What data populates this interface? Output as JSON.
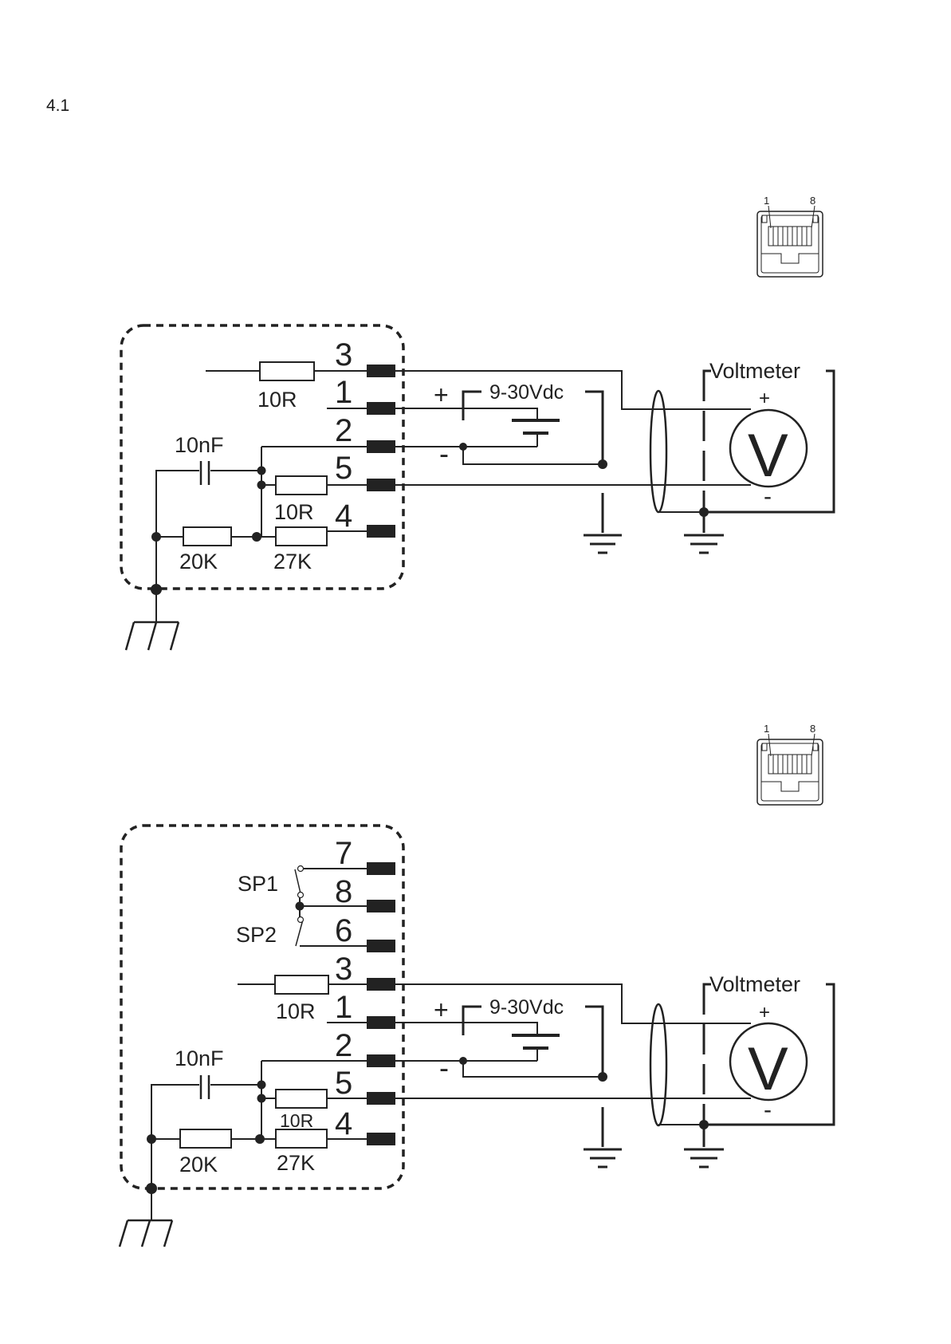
{
  "section_number": "4.1",
  "connector": {
    "pin_first": "1",
    "pin_last": "8"
  },
  "diagram1": {
    "pins": [
      "3",
      "1",
      "2",
      "5",
      "4"
    ],
    "resistor_top": "10R",
    "capacitor": "10nF",
    "resistor_mid": "10R",
    "resistor_left": "20K",
    "resistor_right": "27K",
    "supply": "9-30Vdc",
    "plus": "+",
    "minus": "-",
    "meter_title": "Voltmeter",
    "meter_symbol": "V",
    "meter_plus": "+",
    "meter_minus": "-"
  },
  "diagram2": {
    "pins": [
      "7",
      "8",
      "6",
      "3",
      "1",
      "2",
      "5",
      "4"
    ],
    "switch1": "SP1",
    "switch2": "SP2",
    "resistor_top": "10R",
    "capacitor": "10nF",
    "resistor_mid": "10R",
    "resistor_left": "20K",
    "resistor_right": "27K",
    "supply": "9-30Vdc",
    "plus": "+",
    "minus": "-",
    "meter_title": "Voltmeter",
    "meter_symbol": "V",
    "meter_plus": "+",
    "meter_minus": "-"
  },
  "colors": {
    "ink": "#222222",
    "background": "#ffffff"
  }
}
